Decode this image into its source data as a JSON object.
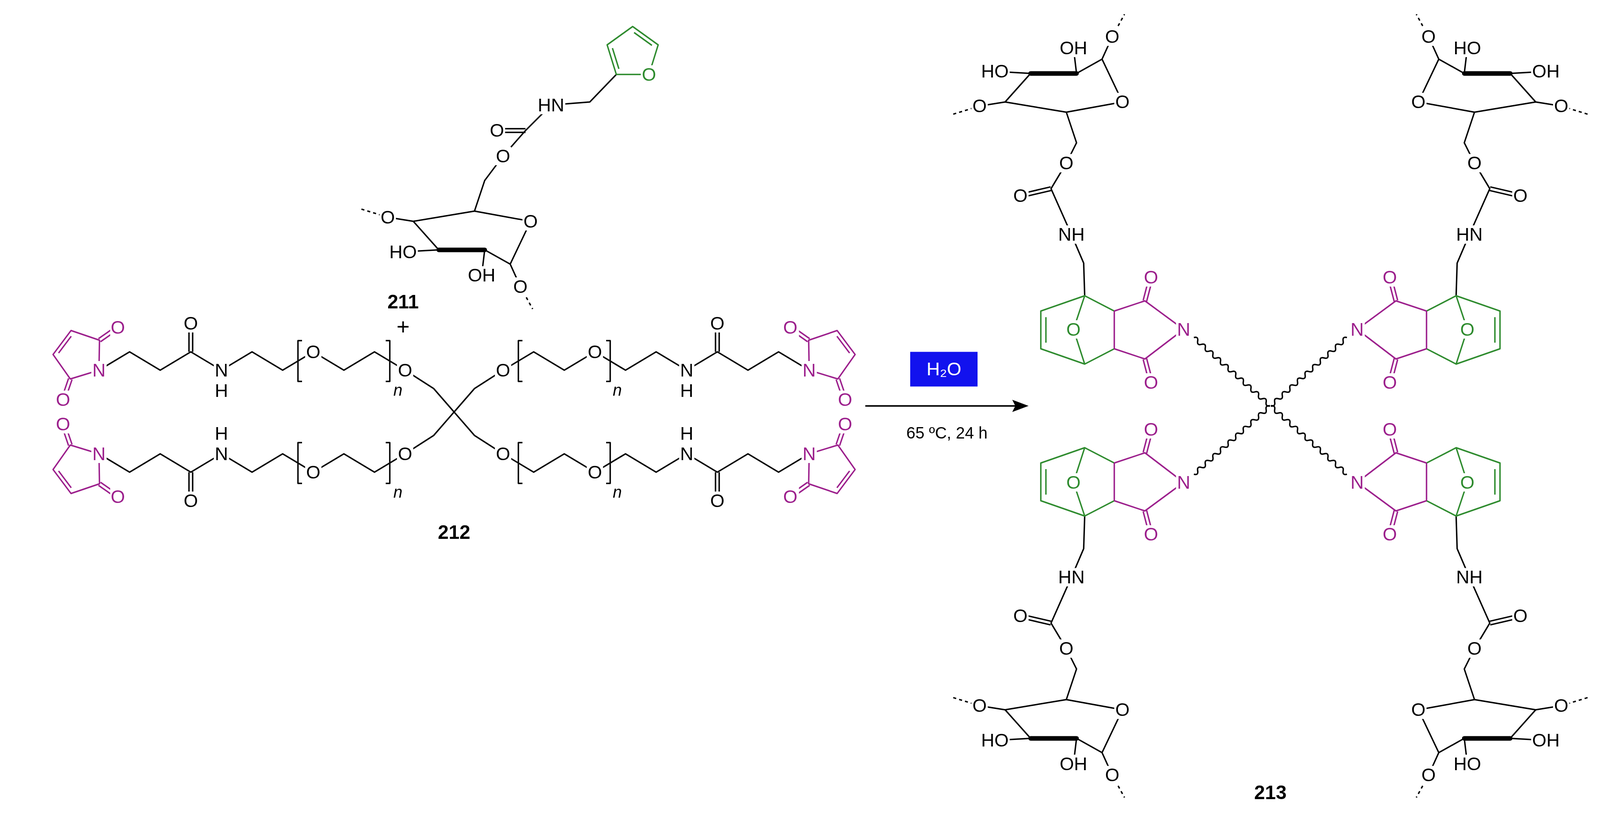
{
  "diagram": {
    "nodes": [
      {
        "text": [
          "H₂O"
        ]
      }
    ],
    "labels": [
      "O",
      "HO",
      "OH",
      "O",
      "O",
      "O",
      "O",
      "HN",
      "O",
      "211",
      "+",
      "O",
      "O",
      "N",
      "H",
      "O",
      "N",
      "O",
      "O",
      "n",
      "O",
      "O",
      "N",
      "H",
      "O",
      "N",
      "O",
      "O",
      "n",
      "O",
      "O",
      "N",
      "H",
      "O",
      "N",
      "O",
      "O",
      "n",
      "O",
      "O",
      "N",
      "H",
      "O",
      "N",
      "O",
      "O",
      "n",
      "212",
      "65 ºC, 24 h",
      "O",
      "HO",
      "OH",
      "O",
      "O",
      "O",
      "O",
      "NH",
      "O",
      "O",
      "N",
      "O",
      "O",
      "OH",
      "HO",
      "O",
      "O",
      "O",
      "O",
      "HN",
      "O",
      "O",
      "N",
      "O",
      "O",
      "HO",
      "OH",
      "O",
      "O",
      "O",
      "O",
      "HN",
      "O",
      "O",
      "N",
      "O",
      "O",
      "OH",
      "HO",
      "O",
      "O",
      "O",
      "O",
      "NH",
      "O",
      "O",
      "N",
      "O",
      "213"
    ]
  }
}
